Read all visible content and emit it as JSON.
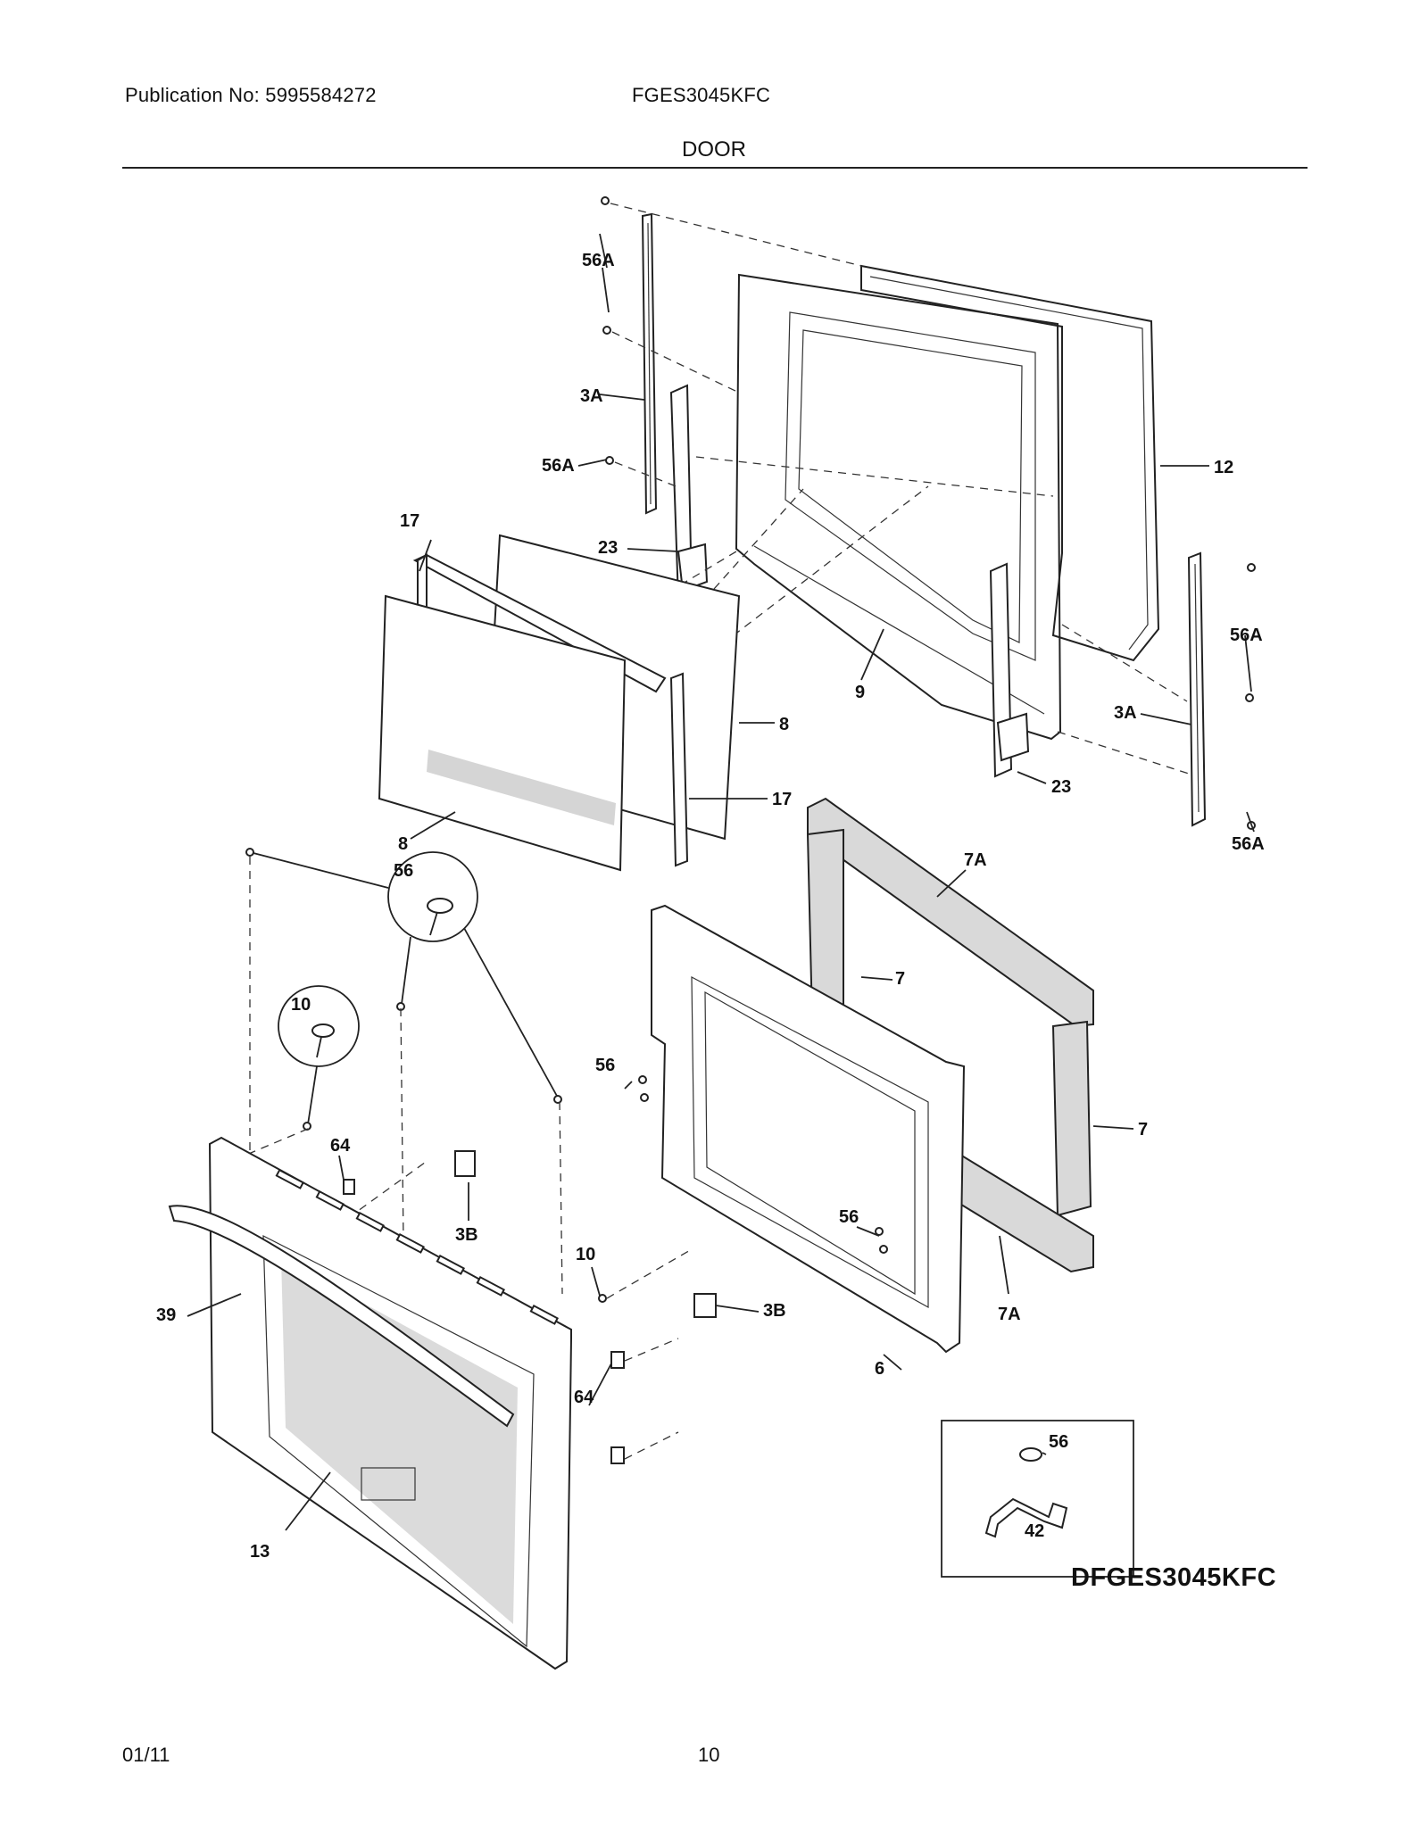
{
  "header": {
    "publication": "Publication No: 5995584272",
    "model": "FGES3045KFC",
    "section": "DOOR"
  },
  "diagram": {
    "code": "DFGES3045KFC",
    "callouts": {
      "c56a_top": "56A",
      "c3a_left": "3A",
      "c56a_left": "56A",
      "c12": "12",
      "c17_top": "17",
      "c23_left": "23",
      "c9": "9",
      "c56a_right_top": "56A",
      "c3a_right": "3A",
      "c8_right": "8",
      "c17_right": "17",
      "c23_right": "23",
      "c8_left": "8",
      "c56a_right_bottom": "56A",
      "c7a_top": "7A",
      "c56_circle": "56",
      "c7_top": "7",
      "c10_circle": "10",
      "c56_mid": "56",
      "c7_right": "7",
      "c64_top": "64",
      "c3b_top": "3B",
      "c56_lower": "56",
      "c10_lower": "10",
      "c39": "39",
      "c7a_bottom": "7A",
      "c3b_right": "3B",
      "c6": "6",
      "c64_lower": "64",
      "c56_inset": "56",
      "c42": "42",
      "c13": "13"
    }
  },
  "footer": {
    "date": "01/11",
    "page": "10"
  }
}
